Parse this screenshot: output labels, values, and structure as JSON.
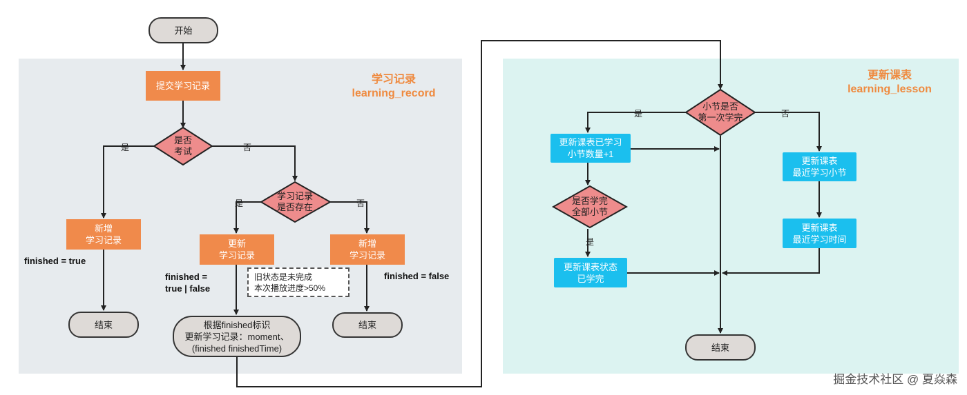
{
  "left": {
    "title_cn": "学习记录",
    "title_en": "learning_record",
    "start": "开始",
    "submit": "提交学习记录",
    "is_exam": "是否\n考试",
    "exists": "学习记录\n是否存在",
    "add_left": "新增\n学习记录",
    "update_mid": "更新\n学习记录",
    "add_right": "新增\n学习记录",
    "end_left": "结束",
    "end_right": "结束",
    "final_update": "根据finished标识\n更新学习记录：moment、\n(finished finishedTime)",
    "yes1": "是",
    "no1": "否",
    "yes2": "是",
    "no2": "否",
    "finished_true": "finished = true",
    "finished_tf": "finished =\ntrue | false",
    "finished_false": "finished = false",
    "condition_note": "旧状态是未完成\n本次播放进度>50%"
  },
  "right": {
    "title_cn": "更新课表",
    "title_en": "learning_lesson",
    "first_time": "小节是否\n第一次学完",
    "update_count": "更新课表已学习\n小节数量+1",
    "all_done": "是否学完\n全部小节",
    "update_status": "更新课表状态\n已学完",
    "recent_section": "更新课表\n最近学习小节",
    "recent_time": "更新课表\n最近学习时间",
    "end": "结束",
    "yes1": "是",
    "no1": "否",
    "yes2": "是"
  },
  "watermark": "掘金技术社区 @ 夏焱森",
  "colors": {
    "orange": "#f08a4b",
    "diamond": "#ee8c8c",
    "cyan": "#1bbfee",
    "terminal": "#dedad7",
    "title": "#ef8a3f"
  }
}
